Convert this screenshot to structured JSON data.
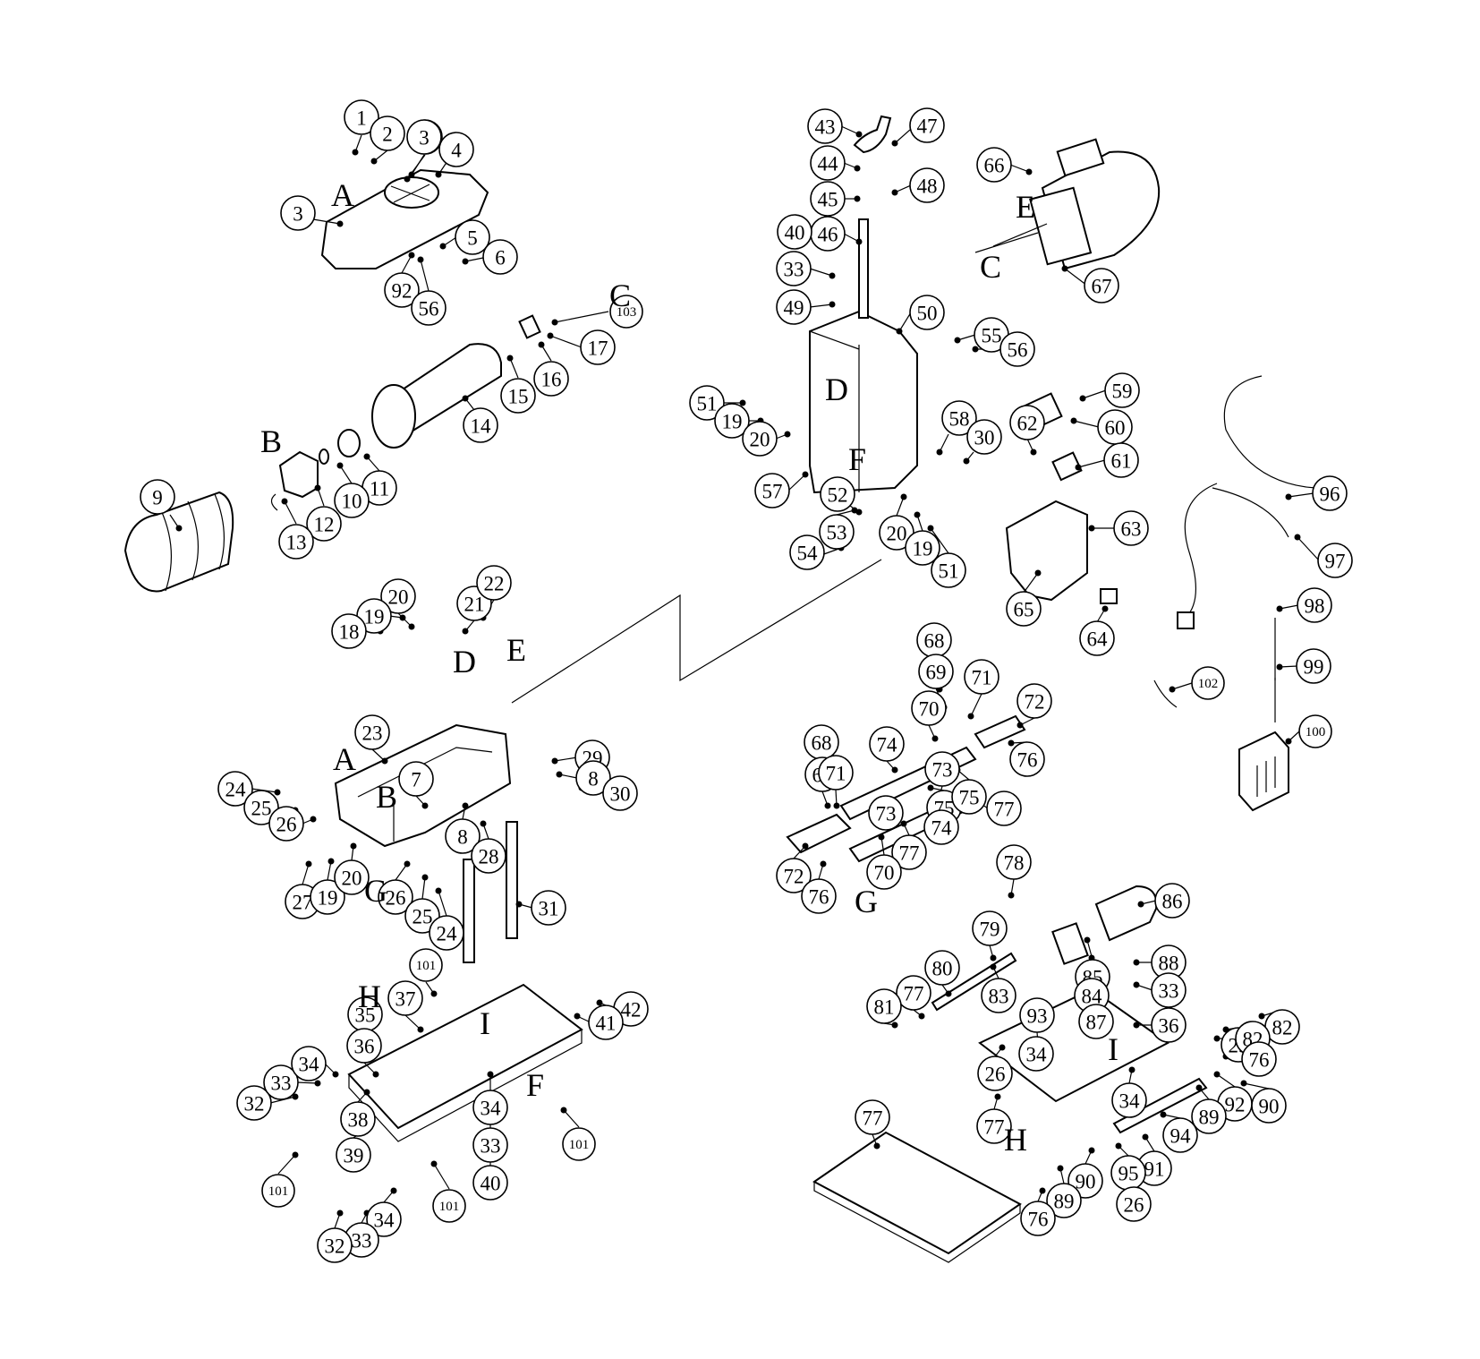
{
  "diagram": {
    "parts": [
      {
        "num": "1"
      },
      {
        "num": "2"
      },
      {
        "num": "3"
      },
      {
        "num": "3"
      },
      {
        "num": "3"
      },
      {
        "num": "4"
      },
      {
        "num": "5"
      },
      {
        "num": "6"
      },
      {
        "num": "92"
      },
      {
        "num": "56"
      },
      {
        "num": "103"
      },
      {
        "num": "17"
      },
      {
        "num": "16"
      },
      {
        "num": "15"
      },
      {
        "num": "14"
      },
      {
        "num": "11"
      },
      {
        "num": "10"
      },
      {
        "num": "12"
      },
      {
        "num": "13"
      },
      {
        "num": "9"
      },
      {
        "num": "43"
      },
      {
        "num": "47"
      },
      {
        "num": "44"
      },
      {
        "num": "48"
      },
      {
        "num": "45"
      },
      {
        "num": "46"
      },
      {
        "num": "40"
      },
      {
        "num": "33"
      },
      {
        "num": "49"
      },
      {
        "num": "50"
      },
      {
        "num": "55"
      },
      {
        "num": "56"
      },
      {
        "num": "51"
      },
      {
        "num": "19"
      },
      {
        "num": "20"
      },
      {
        "num": "58"
      },
      {
        "num": "30"
      },
      {
        "num": "57"
      },
      {
        "num": "52"
      },
      {
        "num": "20"
      },
      {
        "num": "19"
      },
      {
        "num": "53"
      },
      {
        "num": "54"
      },
      {
        "num": "51"
      },
      {
        "num": "66"
      },
      {
        "num": "67"
      },
      {
        "num": "59"
      },
      {
        "num": "60"
      },
      {
        "num": "62"
      },
      {
        "num": "61"
      },
      {
        "num": "63"
      },
      {
        "num": "65"
      },
      {
        "num": "64"
      },
      {
        "num": "96"
      },
      {
        "num": "97"
      },
      {
        "num": "98"
      },
      {
        "num": "99"
      },
      {
        "num": "100"
      },
      {
        "num": "102"
      },
      {
        "num": "20"
      },
      {
        "num": "19"
      },
      {
        "num": "18"
      },
      {
        "num": "21"
      },
      {
        "num": "22"
      },
      {
        "num": "23"
      },
      {
        "num": "7"
      },
      {
        "num": "24"
      },
      {
        "num": "25"
      },
      {
        "num": "26"
      },
      {
        "num": "29"
      },
      {
        "num": "8"
      },
      {
        "num": "30"
      },
      {
        "num": "8"
      },
      {
        "num": "28"
      },
      {
        "num": "27"
      },
      {
        "num": "19"
      },
      {
        "num": "20"
      },
      {
        "num": "26"
      },
      {
        "num": "25"
      },
      {
        "num": "24"
      },
      {
        "num": "31"
      },
      {
        "num": "101"
      },
      {
        "num": "37"
      },
      {
        "num": "35"
      },
      {
        "num": "36"
      },
      {
        "num": "42"
      },
      {
        "num": "41"
      },
      {
        "num": "32"
      },
      {
        "num": "33"
      },
      {
        "num": "34"
      },
      {
        "num": "38"
      },
      {
        "num": "39"
      },
      {
        "num": "101"
      },
      {
        "num": "34"
      },
      {
        "num": "33"
      },
      {
        "num": "40"
      },
      {
        "num": "101"
      },
      {
        "num": "101"
      },
      {
        "num": "34"
      },
      {
        "num": "33"
      },
      {
        "num": "32"
      },
      {
        "num": "68"
      },
      {
        "num": "69"
      },
      {
        "num": "71"
      },
      {
        "num": "72"
      },
      {
        "num": "70"
      },
      {
        "num": "76"
      },
      {
        "num": "74"
      },
      {
        "num": "73"
      },
      {
        "num": "75"
      },
      {
        "num": "68"
      },
      {
        "num": "69"
      },
      {
        "num": "71"
      },
      {
        "num": "73"
      },
      {
        "num": "77"
      },
      {
        "num": "75"
      },
      {
        "num": "74"
      },
      {
        "num": "77"
      },
      {
        "num": "70"
      },
      {
        "num": "72"
      },
      {
        "num": "76"
      },
      {
        "num": "78"
      },
      {
        "num": "79"
      },
      {
        "num": "85"
      },
      {
        "num": "86"
      },
      {
        "num": "84"
      },
      {
        "num": "88"
      },
      {
        "num": "33"
      },
      {
        "num": "80"
      },
      {
        "num": "83"
      },
      {
        "num": "87"
      },
      {
        "num": "36"
      },
      {
        "num": "77"
      },
      {
        "num": "81"
      },
      {
        "num": "93"
      },
      {
        "num": "34"
      },
      {
        "num": "82"
      },
      {
        "num": "25"
      },
      {
        "num": "82"
      },
      {
        "num": "76"
      },
      {
        "num": "26"
      },
      {
        "num": "34"
      },
      {
        "num": "92"
      },
      {
        "num": "90"
      },
      {
        "num": "89"
      },
      {
        "num": "77"
      },
      {
        "num": "94"
      },
      {
        "num": "91"
      },
      {
        "num": "77"
      },
      {
        "num": "95"
      },
      {
        "num": "90"
      },
      {
        "num": "26"
      },
      {
        "num": "89"
      },
      {
        "num": "76"
      },
      {
        "num": "82"
      }
    ],
    "letters": [
      {
        "text": "A"
      },
      {
        "text": "C"
      },
      {
        "text": "B"
      },
      {
        "text": "D"
      },
      {
        "text": "E"
      },
      {
        "text": "C"
      },
      {
        "text": "F"
      },
      {
        "text": "D"
      },
      {
        "text": "E"
      },
      {
        "text": "A"
      },
      {
        "text": "B"
      },
      {
        "text": "G"
      },
      {
        "text": "H"
      },
      {
        "text": "I"
      },
      {
        "text": "F"
      },
      {
        "text": "G"
      },
      {
        "text": "I"
      },
      {
        "text": "H"
      }
    ]
  }
}
